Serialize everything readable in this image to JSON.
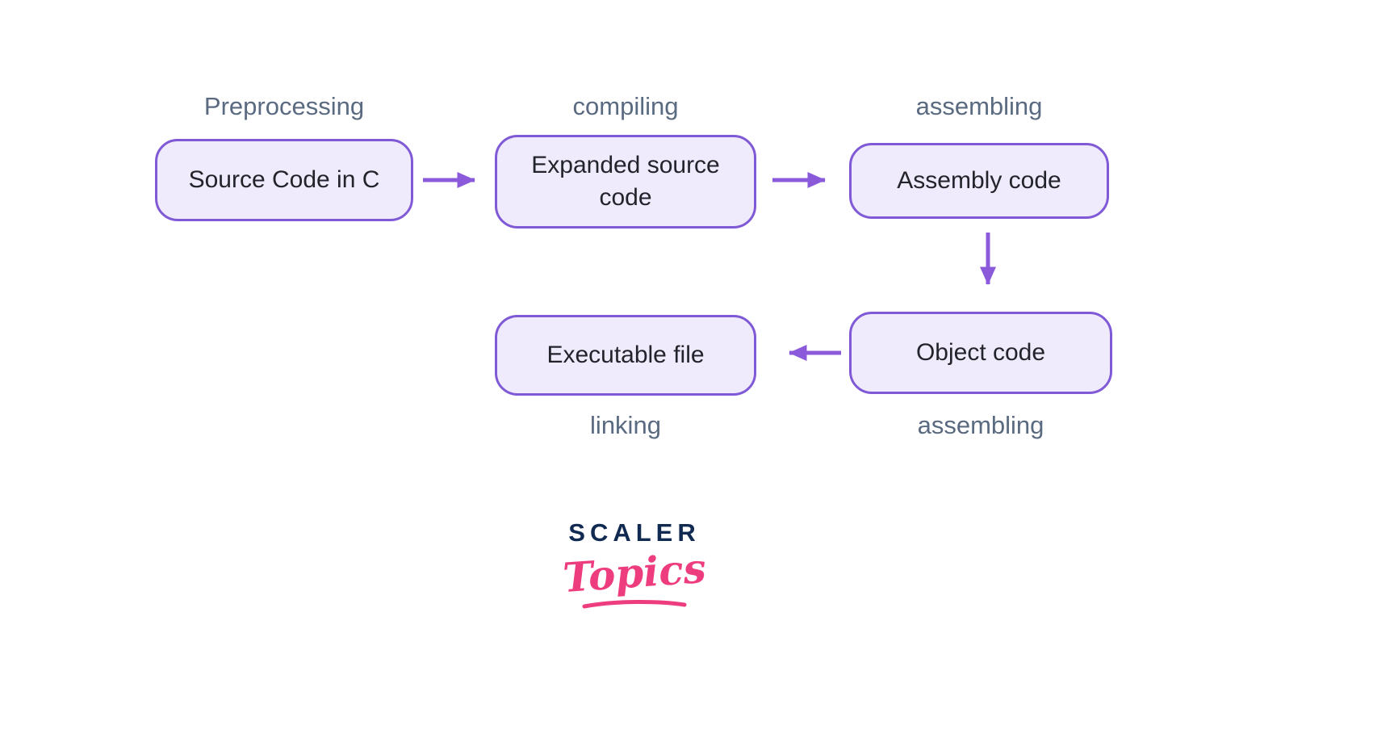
{
  "diagram": {
    "stages": {
      "preprocessing": "Preprocessing",
      "compiling": "compiling",
      "assembling_top": "assembling",
      "linking": "linking",
      "assembling_bottom": "assembling"
    },
    "nodes": {
      "source": "Source Code in C",
      "expanded": "Expanded source code",
      "assembly": "Assembly code",
      "object": "Object code",
      "executable": "Executable file"
    },
    "flow": [
      "Source Code in C -> Expanded source code (Preprocessing)",
      "Expanded source code -> Assembly code (compiling)",
      "Assembly code -> Object code (assembling)",
      "Object code -> Executable file (linking)"
    ],
    "colors": {
      "node_fill": "#EFEBFC",
      "node_border": "#8059D6",
      "arrow": "#8A5ADB",
      "stage_text": "#5A6A80"
    }
  },
  "logo": {
    "brand": "SCALER",
    "sub": "Topics",
    "brand_color": "#112A52",
    "sub_color": "#EE3D7F"
  }
}
